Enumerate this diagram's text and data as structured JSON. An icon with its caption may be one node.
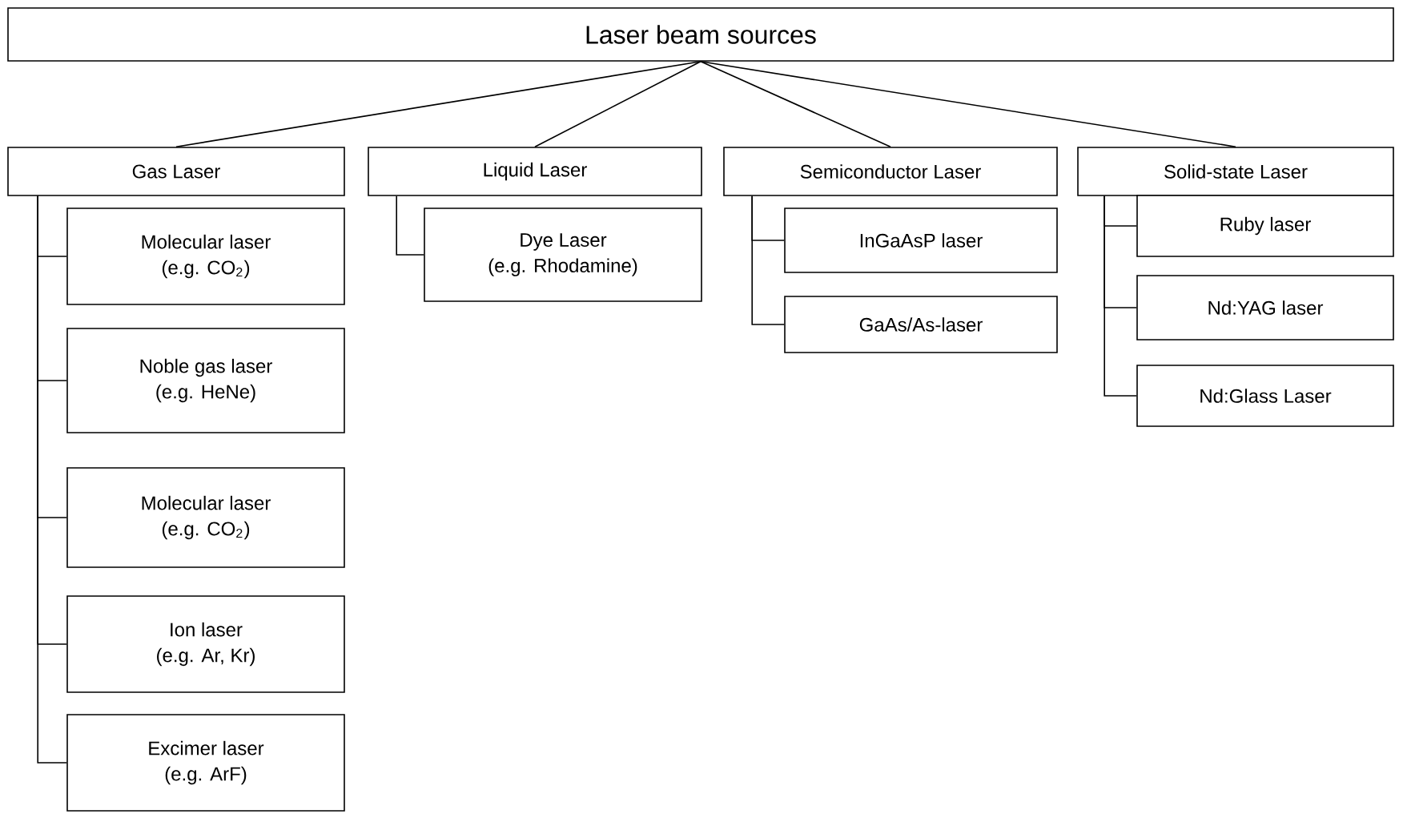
{
  "diagram": {
    "nodes": [
      {
        "text": [
          "Laser beam sources"
        ]
      },
      {
        "text": [
          "Gas Laser"
        ]
      },
      {
        "text": [
          "Liquid Laser"
        ]
      },
      {
        "text": [
          "Semiconductor Laser"
        ]
      },
      {
        "text": [
          "Solid-state Laser"
        ]
      },
      {
        "text": [
          "Molecular laser",
          "(e.g. CO$_{2}$)"
        ]
      },
      {
        "text": [
          "Noble gas laser",
          "(e.g. HeNe)"
        ]
      },
      {
        "text": [
          "Molecular laser",
          "(e.g. CO$_{2}$)"
        ]
      },
      {
        "text": [
          "Ion laser",
          "(e.g. Ar, Kr)"
        ]
      },
      {
        "text": [
          "Excimer laser",
          "(e.g. ArF)"
        ]
      },
      {
        "text": [
          "Dye Laser",
          "(e.g. Rhodamine)"
        ]
      },
      {
        "text": [
          "InGaAsP laser"
        ]
      },
      {
        "text": [
          "GaAs/As-laser"
        ]
      },
      {
        "text": [
          "Ruby laser"
        ]
      },
      {
        "text": [
          "Nd:YAG laser"
        ]
      },
      {
        "text": [
          "Nd:Glass Laser"
        ]
      }
    ],
    "edges": [
      {
        "from": 0,
        "to": 1,
        "arrow": "none"
      },
      {
        "from": 0,
        "to": 2,
        "arrow": "none"
      },
      {
        "from": 0,
        "to": 3,
        "arrow": "none"
      },
      {
        "from": 0,
        "to": 4,
        "arrow": "none"
      },
      {
        "from": 1,
        "to": 5,
        "arrow": "none"
      },
      {
        "from": 1,
        "to": 6,
        "arrow": "none"
      },
      {
        "from": 1,
        "to": 7,
        "arrow": "none"
      },
      {
        "from": 1,
        "to": 8,
        "arrow": "none"
      },
      {
        "from": 1,
        "to": 9,
        "arrow": "none"
      },
      {
        "from": 2,
        "to": 10,
        "arrow": "none"
      },
      {
        "from": 3,
        "to": 11,
        "arrow": "none"
      },
      {
        "from": 3,
        "to": 12,
        "arrow": "none"
      },
      {
        "from": 4,
        "to": 13,
        "arrow": "none"
      },
      {
        "from": 4,
        "to": 14,
        "arrow": "none"
      },
      {
        "from": 4,
        "to": 15,
        "arrow": "none"
      }
    ]
  }
}
